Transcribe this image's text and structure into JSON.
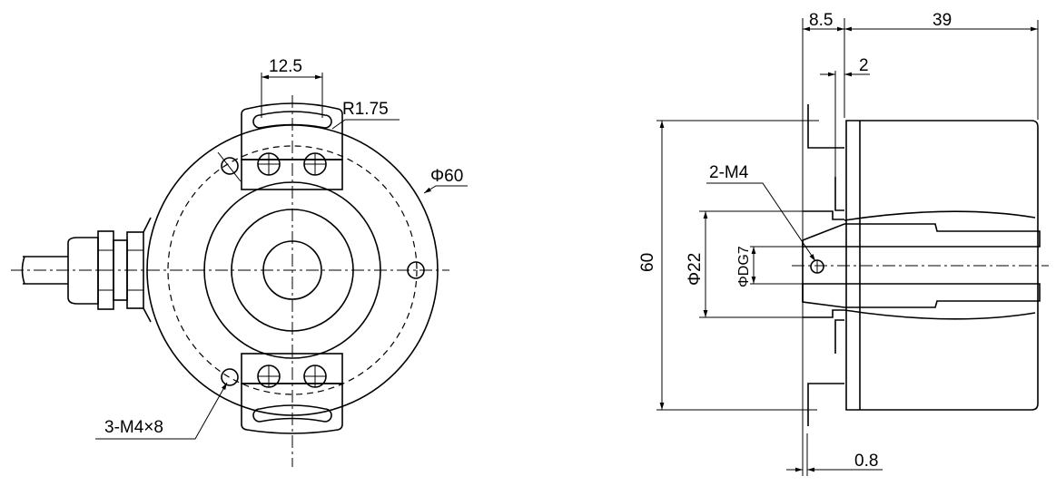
{
  "front_view": {
    "slot_spacing": "12.5",
    "slot_radius": "R1.75",
    "outer_diameter": "Φ60",
    "mounting_threads": "3-M4×8"
  },
  "side_view": {
    "flange_depth": "8.5",
    "body_length": "39",
    "flange_step": "2",
    "flange_thickness": "0.8",
    "height": "60",
    "hub_diameter": "Φ22",
    "bore_diameter": "ΦDG7",
    "set_screws": "2-M4"
  }
}
